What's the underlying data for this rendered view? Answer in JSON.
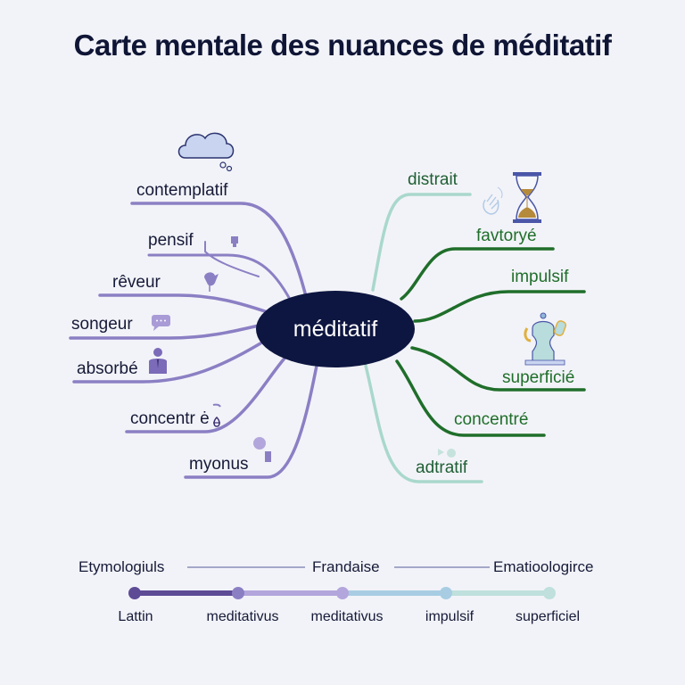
{
  "title": "Carte mentale des nuances de méditatif",
  "center": {
    "label": "méditatif",
    "color": "#0d1640"
  },
  "left_branches": {
    "color": "#8b7fc4",
    "items": [
      {
        "label": "contemplatif",
        "icon": "thought-cloud-icon"
      },
      {
        "label": "pensif",
        "icon": "small-device-icon"
      },
      {
        "label": "rêveur",
        "icon": "bird-icon"
      },
      {
        "label": "songeur",
        "icon": "speech-bubble-icon"
      },
      {
        "label": "absorbé",
        "icon": "person-icon"
      },
      {
        "label": "concentr ė",
        "icon": "droplet-icon"
      },
      {
        "label": "myonus",
        "icon": "person-reading-icon"
      }
    ]
  },
  "right_branches": {
    "color_dark": "#1f6e2a",
    "color_light": "#a9d8cc",
    "items": [
      {
        "label": "distrait",
        "icon": "hand-wave-icon",
        "style": "light"
      },
      {
        "label": "favtoryé",
        "icon": "hourglass-icon",
        "style": "dark"
      },
      {
        "label": "impulsif",
        "style": "dark"
      },
      {
        "label": "superficié",
        "icon": "robot-figure-icon",
        "style": "dark"
      },
      {
        "label": "concentré",
        "style": "dark"
      },
      {
        "label": "adtratif",
        "icon": "small-shapes-icon",
        "style": "light"
      }
    ]
  },
  "etymology": {
    "headers": [
      "Etymologiuls",
      "Frandaise",
      "Ematioologirce"
    ],
    "points": [
      {
        "label": "Lattin",
        "color": "#5e4b96"
      },
      {
        "label": "meditativus",
        "color": "#8b7fc4"
      },
      {
        "label": "meditativus",
        "color": "#b3a6dc"
      },
      {
        "label": "impulsif",
        "color": "#a8cde3"
      },
      {
        "label": "superficiel",
        "color": "#bfe0dd"
      }
    ]
  }
}
